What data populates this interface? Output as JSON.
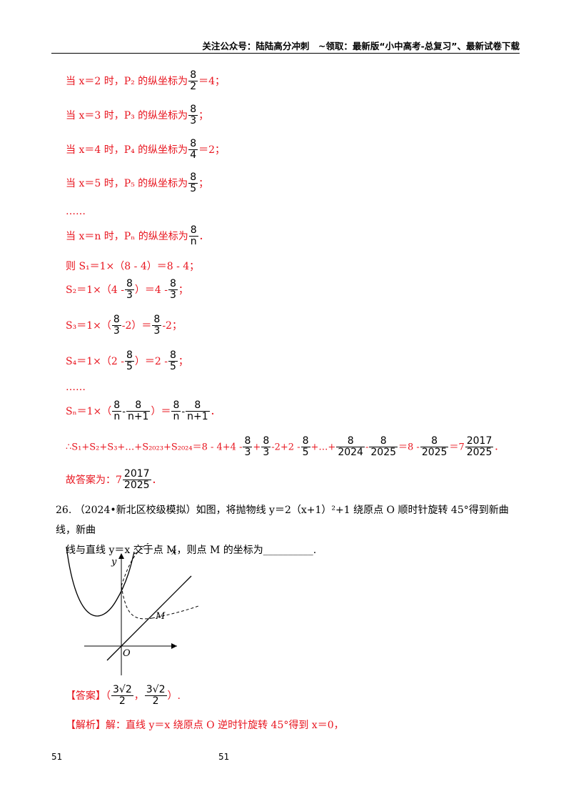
{
  "header": {
    "text": "关注公众号：陆陆高分冲刺　~领取：最新版“小中高考-总复习”、最新试卷下载"
  },
  "solution_lines": [
    {
      "pre": "当 x＝2 时，P₂ 的纵坐标为",
      "num": "8",
      "den": "2",
      "post": "＝4；"
    },
    {
      "pre": "当 x＝3 时，P₃ 的纵坐标为",
      "num": "8",
      "den": "3",
      "post": "；"
    },
    {
      "pre": "当 x＝4 时，P₄ 的纵坐标为",
      "num": "8",
      "den": "4",
      "post": "＝2；"
    },
    {
      "pre": "当 x＝5 时，P₅ 的纵坐标为",
      "num": "8",
      "den": "5",
      "post": "；"
    },
    {
      "pre": "……"
    },
    {
      "pre": "当 x＝n 时，Pₙ 的纵坐标为",
      "num": "8",
      "den": "n",
      "post": "．"
    }
  ],
  "s1": "则 S₁＝1×（8 - 4）＝8 - 4；",
  "s2": {
    "a": "S₂＝1×（4 -",
    "b": "）＝4 -",
    "c": "；"
  },
  "s3": {
    "a": "S₃＝1×（",
    "b": "-2）＝",
    "c": "-2；"
  },
  "s4": {
    "a": "S₄＝1×（2 -",
    "b": "）＝2 -",
    "c": "；"
  },
  "dots2": "……",
  "sn": {
    "a": "Sₙ＝1×（",
    "b": "）＝",
    "c": "．"
  },
  "sum": {
    "a": "∴S₁+S₂+S₃+…+S₂₀₂₃+S₂₀₂₄＝8 - 4+4 -",
    "b": "+",
    "c": "-2",
    "d": "+2 -",
    "e": "+…+",
    "f": "-",
    "g": "＝8 -",
    "h": "＝7",
    "i": "．"
  },
  "answer_line": {
    "a": "故答案为：7",
    "b": "．"
  },
  "fracs": {
    "eight": "8",
    "three": "3",
    "five": "5",
    "n": "n",
    "n1": "n+1",
    "y2024": "2024",
    "y2025": "2025",
    "y2017": "2017",
    "two": "2",
    "sqrt": "3√2"
  },
  "question": {
    "number": "26.",
    "source": "（2024•新北区校级模拟）",
    "text1": "如图，将抛物线 y＝2（x+1）²+1 绕原点 O 顺时针旋转 45°得到新曲线，新曲",
    "text2": "线与直线 y＝x 交于点 M，则点 M 的坐标为",
    "blank": "__________",
    "end": "."
  },
  "graph": {
    "x_label": "x",
    "y_label": "y",
    "origin_label": "O",
    "m_label": "M"
  },
  "answer": {
    "tag": "【答案】",
    "open": "（",
    "comma": "，",
    "close": "）."
  },
  "analysis": {
    "tag": "【解析】",
    "text": "解：直线 y＝x 绕原点 O 逆时针旋转 45°得到 x＝0，"
  },
  "footer": {
    "left": "51",
    "center": "51"
  }
}
